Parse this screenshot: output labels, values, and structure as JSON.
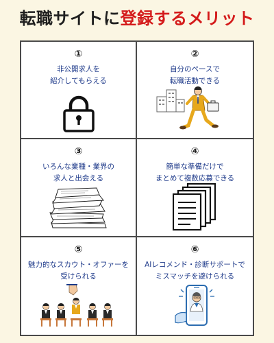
{
  "title": {
    "part1": "転職サイトに",
    "part2": "登録するメリット"
  },
  "items": [
    {
      "number": "①",
      "text": "非公開求人を\n紹介してもらえる",
      "icon": "padlock-icon"
    },
    {
      "number": "②",
      "text": "自分のペースで\n転職活動できる",
      "icon": "walking-businessman-icon"
    },
    {
      "number": "③",
      "text": "いろんな業種・業界の\n求人と出会える",
      "icon": "paper-stack-icon"
    },
    {
      "number": "④",
      "text": "簡単な準備だけで\nまとめて複数応募できる",
      "icon": "documents-icon"
    },
    {
      "number": "⑤",
      "text": "魅力的なスカウト・オファーを\n受けられる",
      "icon": "hand-picking-candidate-icon"
    },
    {
      "number": "⑥",
      "text": "AIレコメンド・診断サポートで\nミスマッチを避けられる",
      "icon": "smartphone-advisor-icon"
    }
  ]
}
